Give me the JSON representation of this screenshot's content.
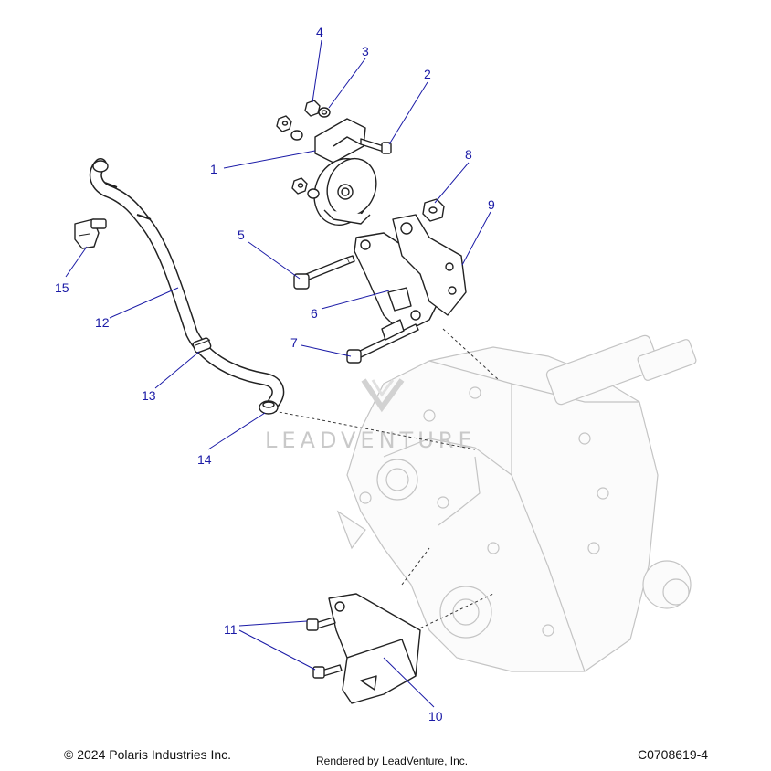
{
  "diagram": {
    "callouts": [
      {
        "id": "1",
        "text": "1"
      },
      {
        "id": "2",
        "text": "2"
      },
      {
        "id": "3",
        "text": "3"
      },
      {
        "id": "4",
        "text": "4"
      },
      {
        "id": "5",
        "text": "5"
      },
      {
        "id": "6",
        "text": "6"
      },
      {
        "id": "7",
        "text": "7"
      },
      {
        "id": "8",
        "text": "8"
      },
      {
        "id": "9",
        "text": "9"
      },
      {
        "id": "10",
        "text": "10"
      },
      {
        "id": "11",
        "text": "11"
      },
      {
        "id": "12",
        "text": "12"
      },
      {
        "id": "13",
        "text": "13"
      },
      {
        "id": "14",
        "text": "14"
      },
      {
        "id": "15",
        "text": "15"
      }
    ],
    "watermark": "LEADVENTURE",
    "colors": {
      "callout": "#1a1aa6",
      "line": "#1a1aa6",
      "part": "#222222",
      "ghost": "#bfbfbf"
    }
  },
  "footer": {
    "copyright": "© 2024 Polaris Industries Inc.",
    "rendered_by": "Rendered by LeadVenture, Inc.",
    "code": "C0708619-4"
  }
}
